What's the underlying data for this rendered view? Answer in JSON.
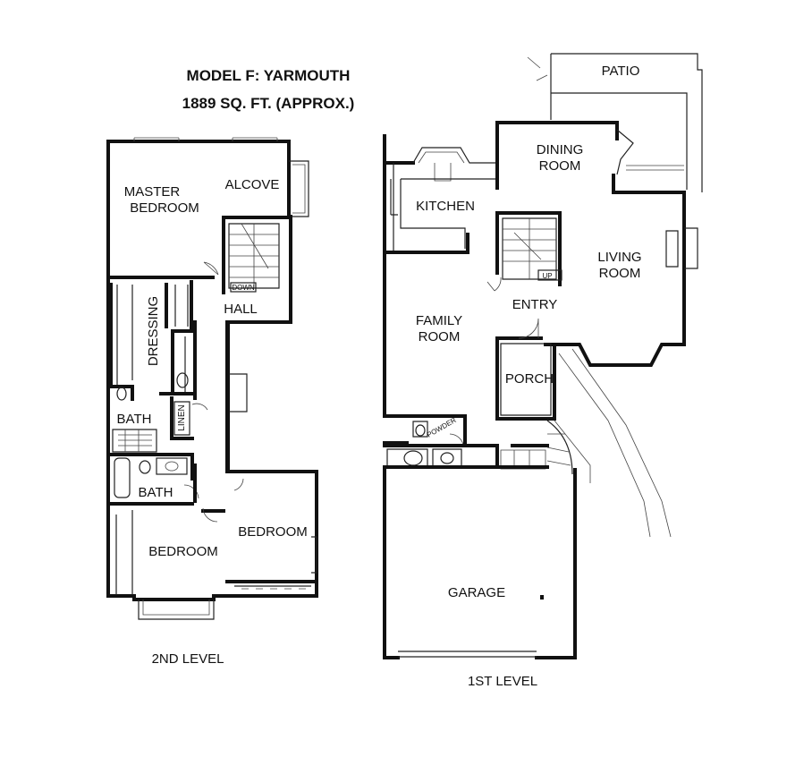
{
  "title": {
    "line1": "MODEL F: YARMOUTH",
    "line2": "1889 SQ. FT. (APPROX.)"
  },
  "level2": {
    "caption": "2ND LEVEL",
    "rooms": {
      "master1": "MASTER",
      "master2": "BEDROOM",
      "alcove": "ALCOVE",
      "hall": "HALL",
      "down": "DOWN",
      "dressing": "DRESSING",
      "bath1": "BATH",
      "linen": "LINEN",
      "bath2": "BATH",
      "bedroom1": "BEDROOM",
      "bedroom2": "BEDROOM"
    }
  },
  "level1": {
    "caption": "1ST LEVEL",
    "rooms": {
      "patio": "PATIO",
      "dining1": "DINING",
      "dining2": "ROOM",
      "kitchen": "KITCHEN",
      "living1": "LIVING",
      "living2": "ROOM",
      "up": "UP",
      "entry": "ENTRY",
      "family1": "FAMILY",
      "family2": "ROOM",
      "porch": "PORCH",
      "powder": "POWDER",
      "garage": "GARAGE"
    }
  }
}
